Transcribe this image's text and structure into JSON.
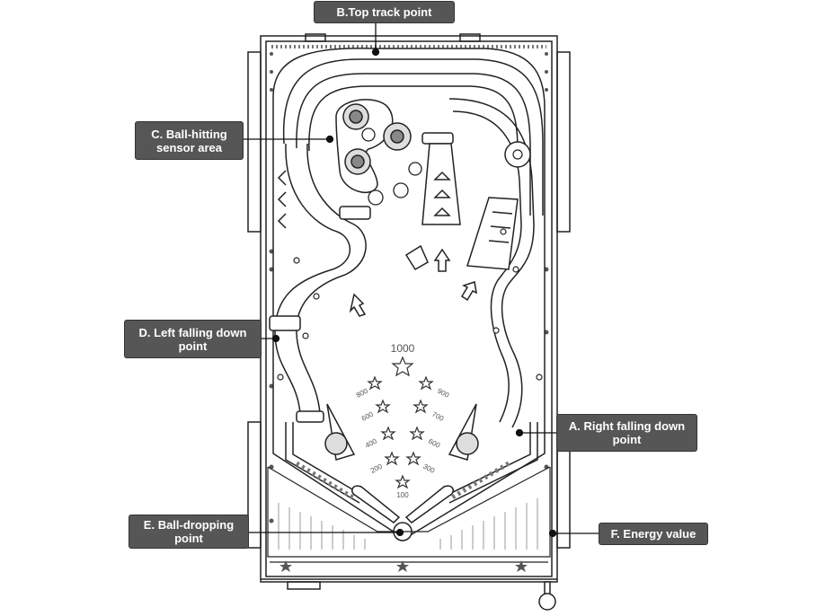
{
  "callouts": {
    "top_track": "B.Top track point",
    "ball_hitting": "C. Ball-hitting\nsensor area",
    "left_falling": "D. Left falling down\npoint",
    "right_falling": "A. Right falling down\npoint",
    "ball_dropping": "E. Ball-dropping\npoint",
    "energy_value": "F. Energy value"
  },
  "scores": {
    "top": "1000",
    "s900": "900",
    "s800": "800",
    "s700": "700",
    "s600a": "600",
    "s600b": "600",
    "s400": "400",
    "s300": "300",
    "s200": "200",
    "s100": "100"
  },
  "colors": {
    "callout_bg": "#565656",
    "line": "#222222",
    "paper": "#ffffff"
  }
}
